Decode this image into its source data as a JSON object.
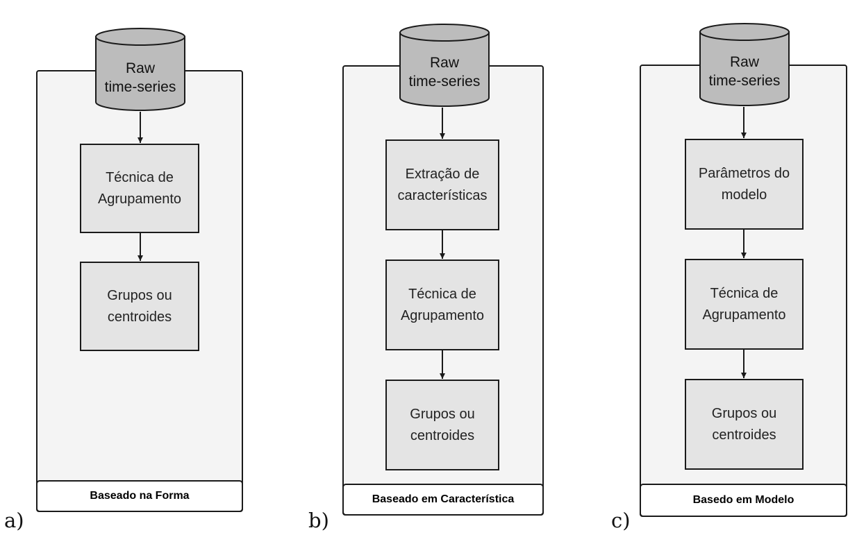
{
  "panels": {
    "a": {
      "label": "a)",
      "footer": "Baseado na Forma",
      "source": [
        "Raw",
        "time-series"
      ],
      "steps": [
        [
          "Técnica de",
          "Agrupamento"
        ],
        [
          "Grupos ou",
          "centroides"
        ]
      ]
    },
    "b": {
      "label": "b)",
      "footer": "Baseado em Característica",
      "source": [
        "Raw",
        "time-series"
      ],
      "steps": [
        [
          "Extração de",
          "características"
        ],
        [
          "Técnica de",
          "Agrupamento"
        ],
        [
          "Grupos ou",
          "centroides"
        ]
      ]
    },
    "c": {
      "label": "c)",
      "footer": "Basedo em Modelo",
      "source": [
        "Raw",
        "time-series"
      ],
      "steps": [
        [
          "Parâmetros do",
          "modelo"
        ],
        [
          "Técnica de",
          "Agrupamento"
        ],
        [
          "Grupos ou",
          "centroides"
        ]
      ]
    }
  },
  "colors": {
    "panel_fill": "#f4f4f4",
    "box_fill": "#e4e4e4",
    "cylinder_fill": "#bcbcbc",
    "stroke": "#1a1a1a"
  }
}
